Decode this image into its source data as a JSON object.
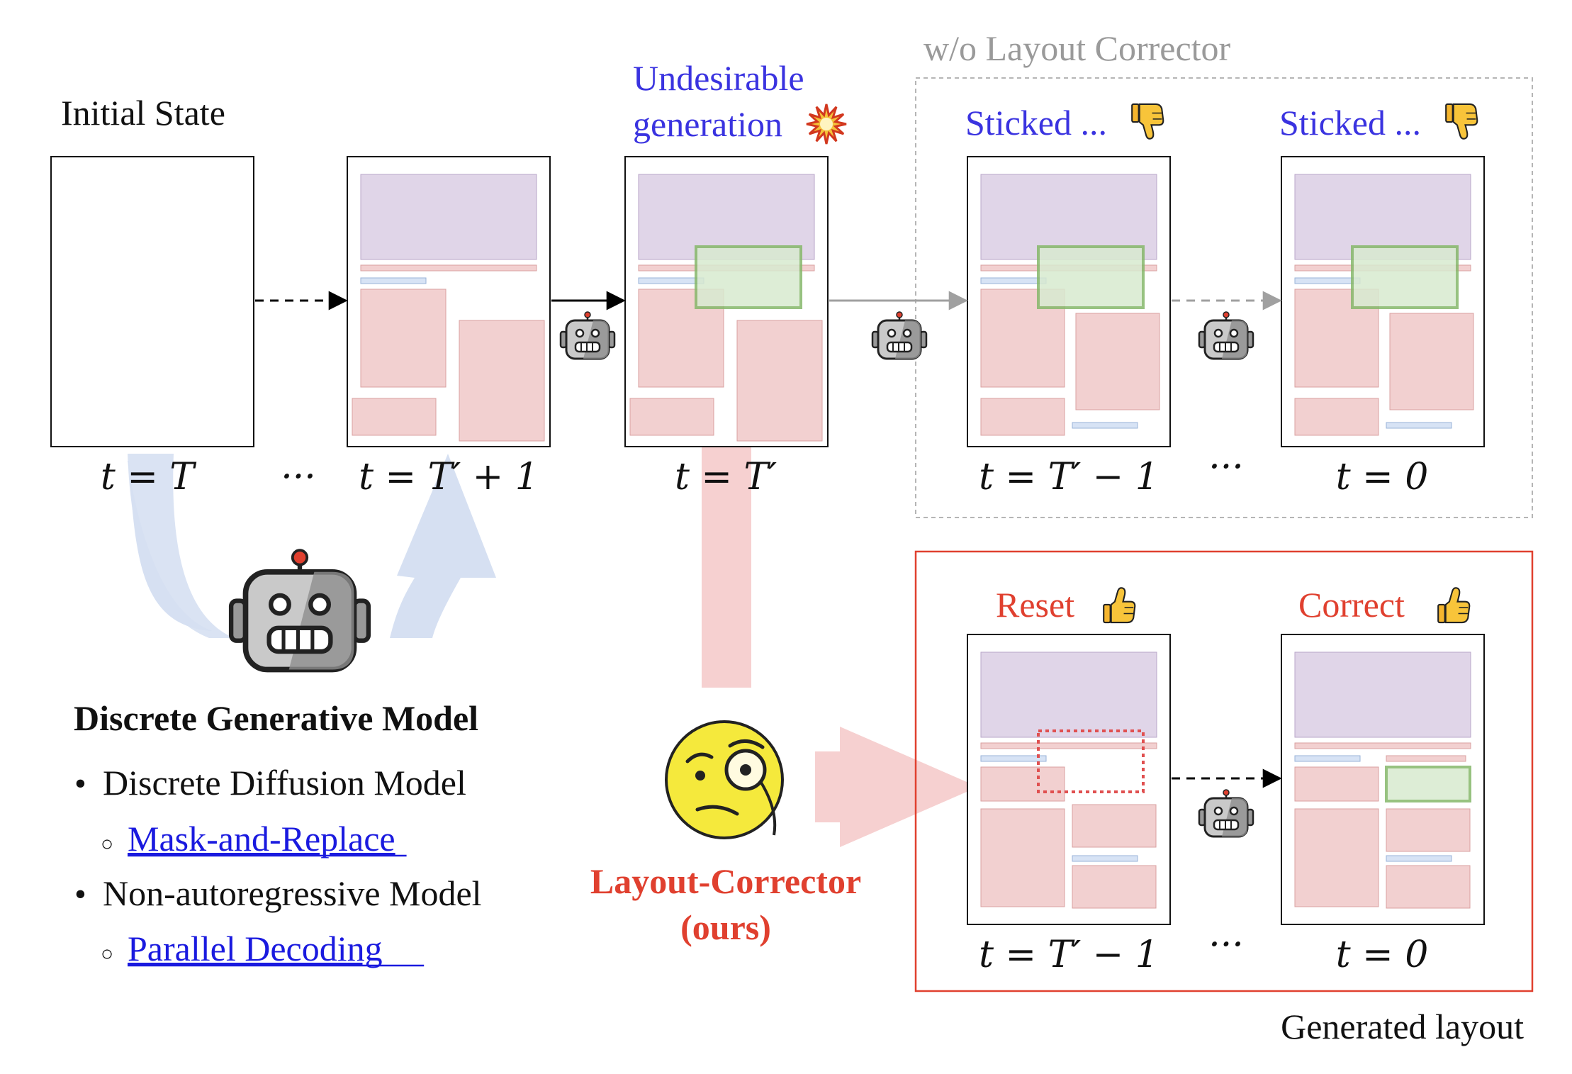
{
  "labels": {
    "initial_state": "Initial State",
    "undesirable_line1": "Undesirable",
    "undesirable_line2": "generation",
    "wo_corrector": "w/o Layout Corrector",
    "sticked": "Sticked ...",
    "reset": "Reset",
    "correct": "Correct",
    "model_title": "Discrete Generative Model",
    "corrector_line1": "Layout-Corrector",
    "corrector_line2": "(ours)",
    "generated_layout": "Generated layout"
  },
  "timesteps": {
    "t_T": "t = T",
    "dots": "···",
    "t_Tp1": "t = T′ + 1",
    "t_Tp": "t = T′",
    "t_Tm1": "t = T′ − 1",
    "t_0": "t = 0"
  },
  "model_list": [
    {
      "text": "Discrete Diffusion Model",
      "bullet": "•",
      "link": false
    },
    {
      "text": "Mask-and-Replace",
      "bullet": "○",
      "link": true
    },
    {
      "text": "Non-autoregressive Model",
      "bullet": "•",
      "link": false
    },
    {
      "text": "Parallel Decoding",
      "bullet": "○",
      "link": true
    }
  ],
  "icons": {
    "robot": "robot-icon",
    "explosion": "explosion-icon",
    "thumbs_down": "thumbs-down-icon",
    "thumbs_up": "thumbs-up-icon",
    "monocle_face": "monocle-face-icon"
  },
  "colors": {
    "blue_text": "#3a33e0",
    "red_text": "#e0402f",
    "gray_text": "#9a9a9a",
    "link": "#1a1adf",
    "purple_box": "#e0d5e8",
    "pink_box": "#f2d0d0",
    "green_box": "#d8ead0",
    "green_border": "#86b86a",
    "blue_bar": "#d7e3f5"
  }
}
